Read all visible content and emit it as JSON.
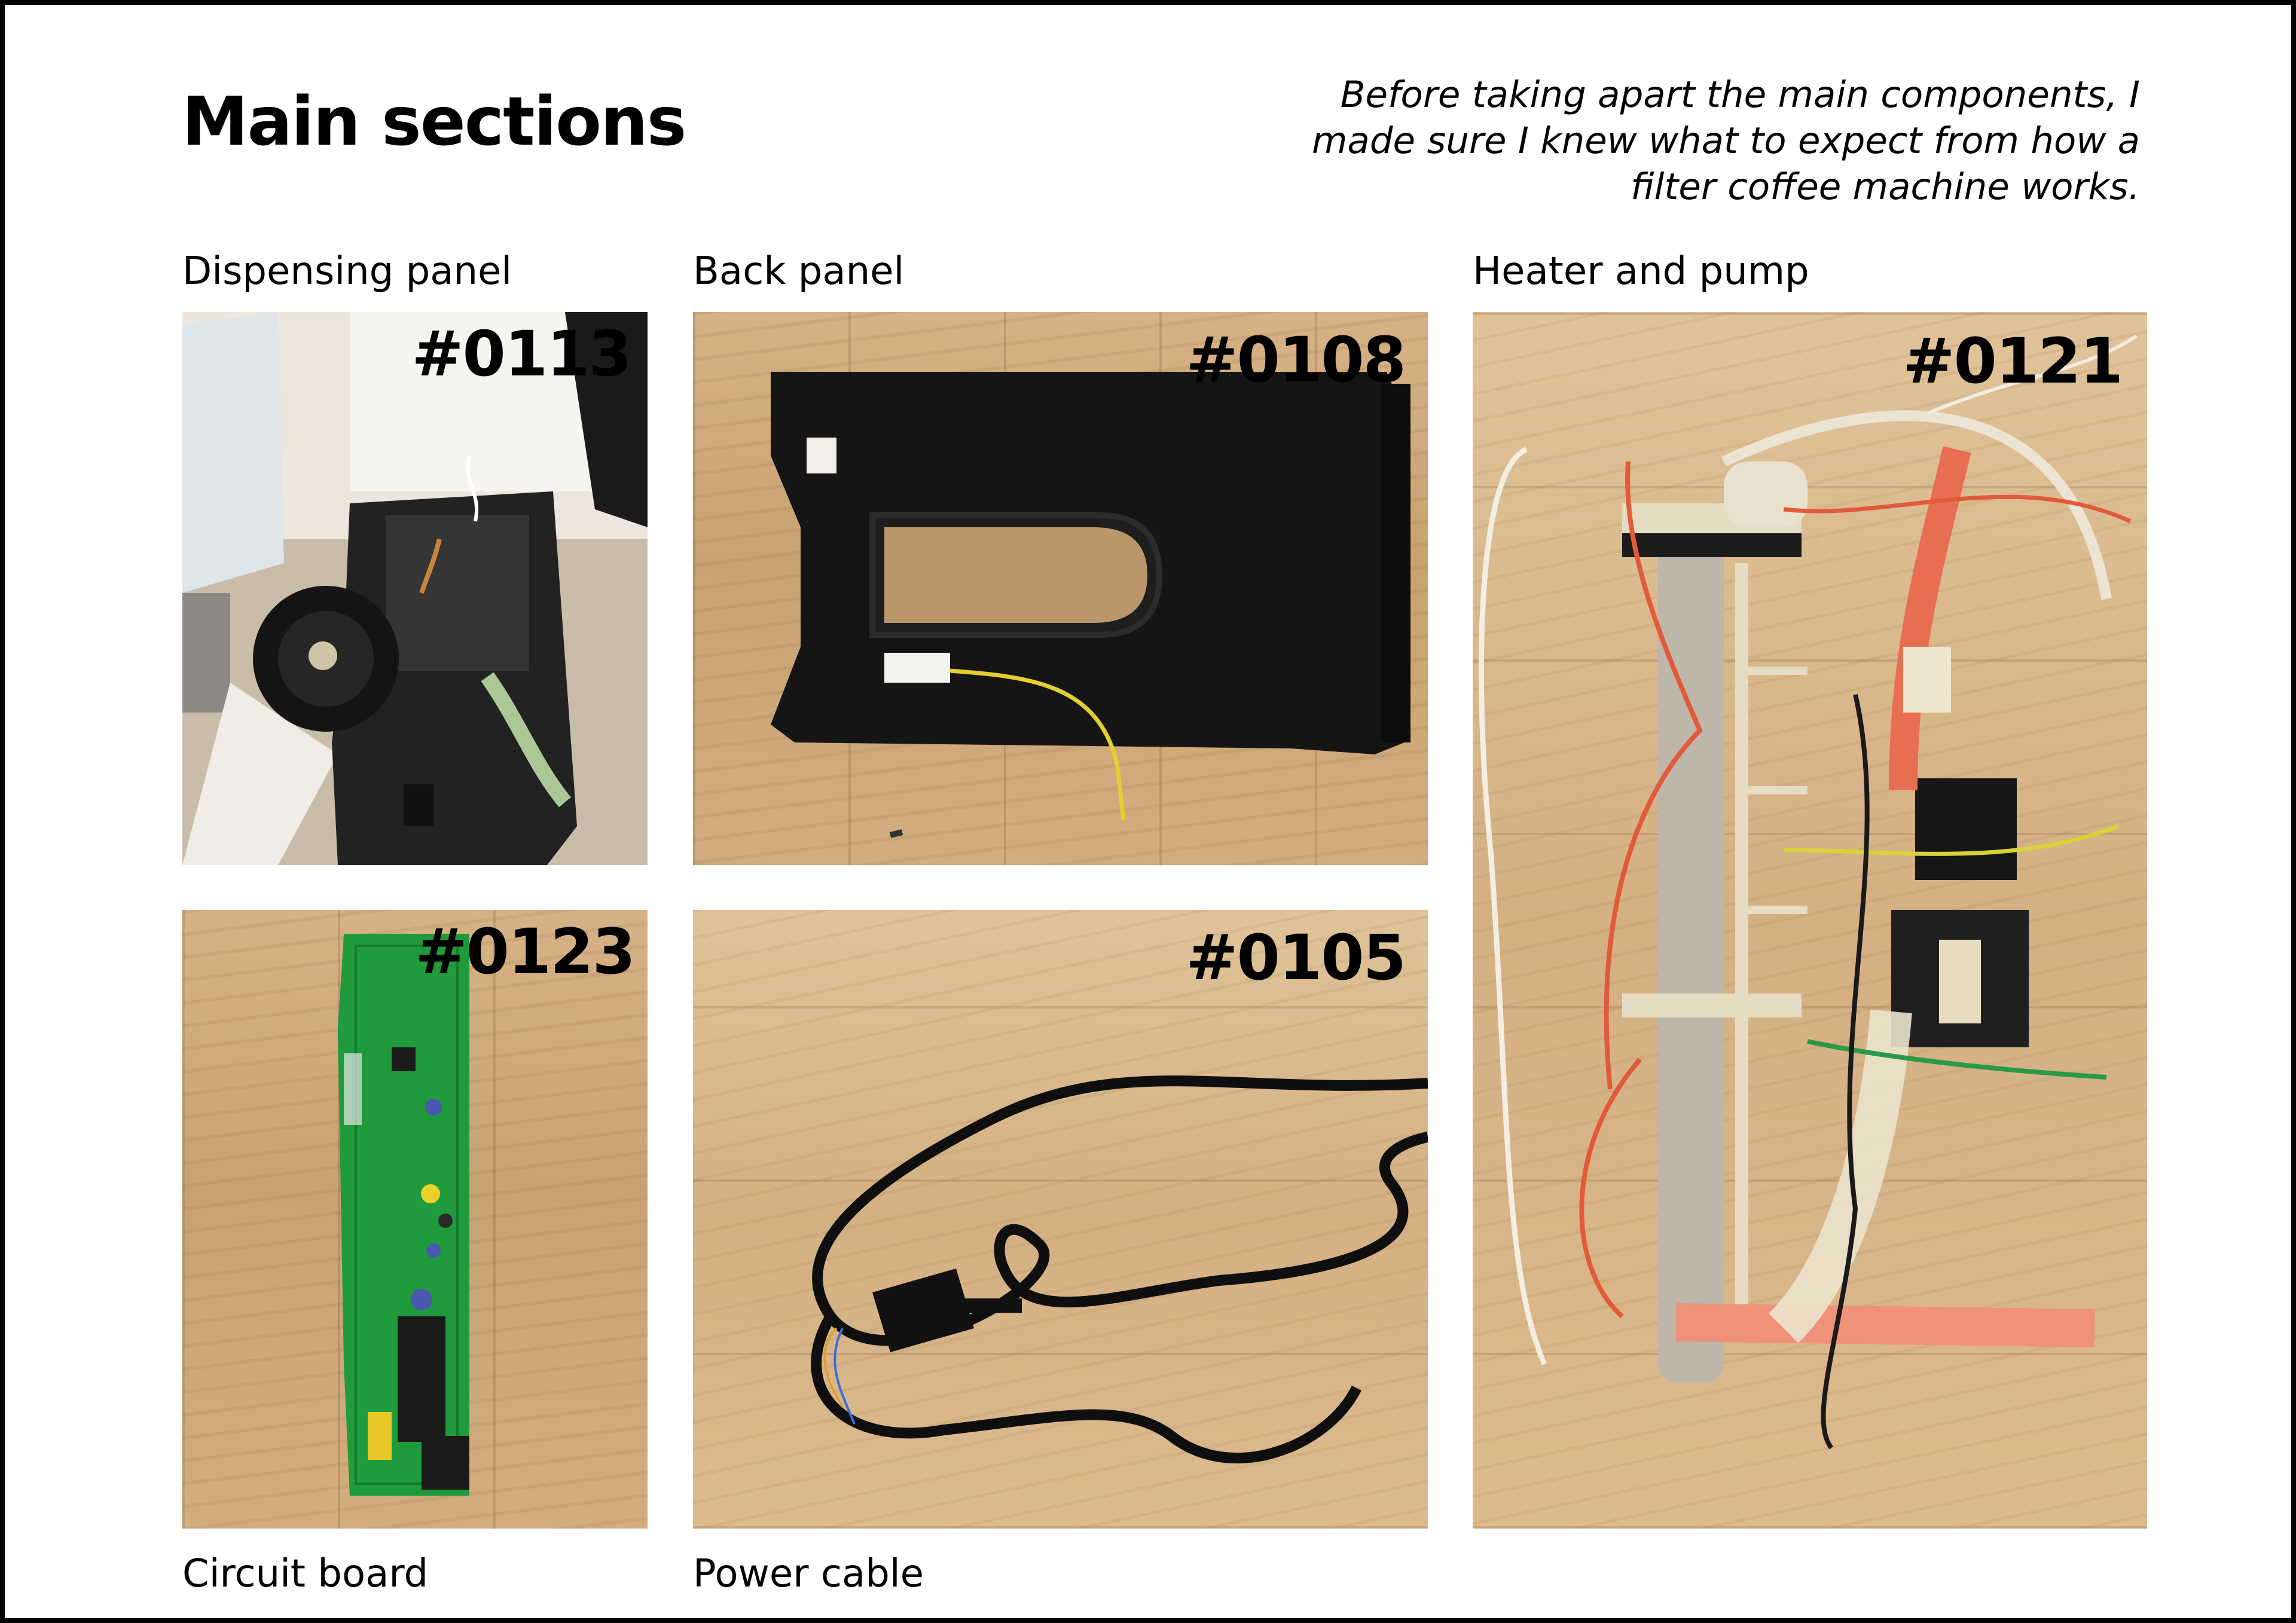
{
  "page": {
    "title": "Main sections",
    "intro": "Before taking apart the main components, I made sure I knew what to expect from how a filter coffee machine works."
  },
  "sections": [
    {
      "caption": "Dispensing panel",
      "tag": "#0113",
      "image": "dispensing-panel-photo"
    },
    {
      "caption": "Back panel",
      "tag": "#0108",
      "image": "back-panel-photo"
    },
    {
      "caption": "Heater and pump",
      "tag": "#0121",
      "image": "heater-and-pump-photo"
    },
    {
      "caption": "Circuit board",
      "tag": "#0123",
      "image": "circuit-board-photo"
    },
    {
      "caption": "Power cable",
      "tag": "#0105",
      "image": "power-cable-photo"
    }
  ],
  "colors": {
    "text": "#000000",
    "background": "#ffffff",
    "border": "#000000",
    "wood": "#d0a878",
    "pcb_green": "#1f9a3c",
    "tubing_red": "#e2735d",
    "plastic_black": "#151515"
  }
}
